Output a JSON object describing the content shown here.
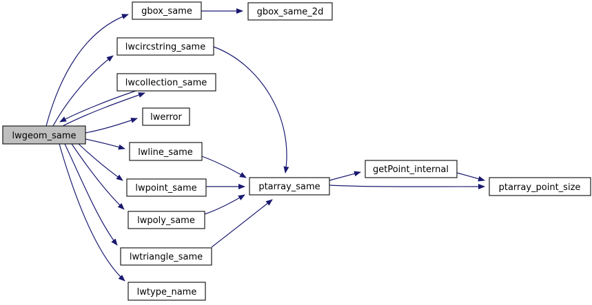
{
  "diagram": {
    "type": "call-graph",
    "colors": {
      "edge": "#191970",
      "node_border": "#1a1a1a",
      "node_fill": "#ffffff",
      "highlight_fill": "#bfbfbf",
      "text": "#000000",
      "background": "#ffffff"
    },
    "nodes": [
      {
        "id": "lwgeom_same",
        "label": "lwgeom_same",
        "highlighted": true
      },
      {
        "id": "gbox_same",
        "label": "gbox_same",
        "highlighted": false
      },
      {
        "id": "gbox_same_2d",
        "label": "gbox_same_2d",
        "highlighted": false
      },
      {
        "id": "lwcircstring_same",
        "label": "lwcircstring_same",
        "highlighted": false
      },
      {
        "id": "lwcollection_same",
        "label": "lwcollection_same",
        "highlighted": false
      },
      {
        "id": "lwerror",
        "label": "lwerror",
        "highlighted": false
      },
      {
        "id": "lwline_same",
        "label": "lwline_same",
        "highlighted": false
      },
      {
        "id": "lwpoint_same",
        "label": "lwpoint_same",
        "highlighted": false
      },
      {
        "id": "lwpoly_same",
        "label": "lwpoly_same",
        "highlighted": false
      },
      {
        "id": "lwtriangle_same",
        "label": "lwtriangle_same",
        "highlighted": false
      },
      {
        "id": "lwtype_name",
        "label": "lwtype_name",
        "highlighted": false
      },
      {
        "id": "ptarray_same",
        "label": "ptarray_same",
        "highlighted": false
      },
      {
        "id": "getPoint_internal",
        "label": "getPoint_internal",
        "highlighted": false
      },
      {
        "id": "ptarray_point_size",
        "label": "ptarray_point_size",
        "highlighted": false
      }
    ],
    "edges": [
      {
        "from": "lwgeom_same",
        "to": "gbox_same"
      },
      {
        "from": "gbox_same",
        "to": "gbox_same_2d"
      },
      {
        "from": "lwgeom_same",
        "to": "lwcircstring_same"
      },
      {
        "from": "lwgeom_same",
        "to": "lwcollection_same"
      },
      {
        "from": "lwcollection_same",
        "to": "lwgeom_same"
      },
      {
        "from": "lwgeom_same",
        "to": "lwerror"
      },
      {
        "from": "lwgeom_same",
        "to": "lwline_same"
      },
      {
        "from": "lwgeom_same",
        "to": "lwpoint_same"
      },
      {
        "from": "lwgeom_same",
        "to": "lwpoly_same"
      },
      {
        "from": "lwgeom_same",
        "to": "lwtriangle_same"
      },
      {
        "from": "lwgeom_same",
        "to": "lwtype_name"
      },
      {
        "from": "lwcircstring_same",
        "to": "ptarray_same"
      },
      {
        "from": "lwline_same",
        "to": "ptarray_same"
      },
      {
        "from": "lwpoint_same",
        "to": "ptarray_same"
      },
      {
        "from": "lwpoly_same",
        "to": "ptarray_same"
      },
      {
        "from": "lwtriangle_same",
        "to": "ptarray_same"
      },
      {
        "from": "ptarray_same",
        "to": "getPoint_internal"
      },
      {
        "from": "ptarray_same",
        "to": "ptarray_point_size"
      },
      {
        "from": "getPoint_internal",
        "to": "ptarray_point_size"
      }
    ]
  }
}
